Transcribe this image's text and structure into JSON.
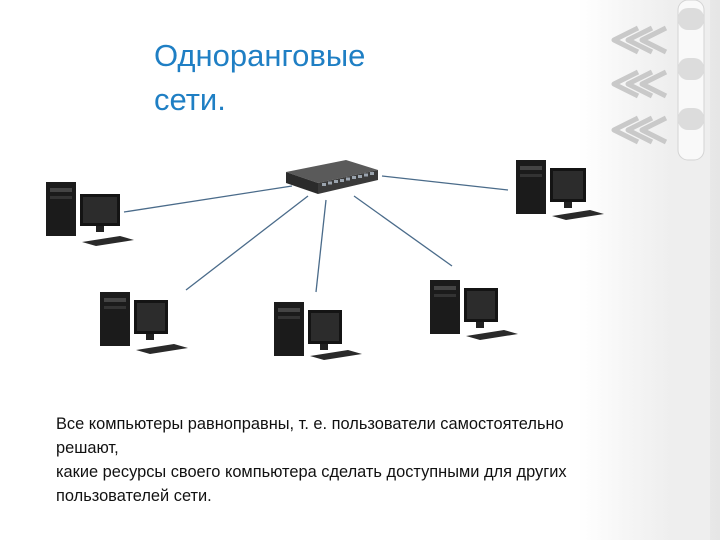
{
  "slide": {
    "title_lines": [
      "Одноранговые",
      "сети."
    ],
    "caption_lines": [
      "Все компьютеры равноправны, т. е. пользователи самостоятельно",
      "решают,",
      "какие ресурсы своего компьютера сделать доступными для других",
      "пользователей сети."
    ]
  },
  "colors": {
    "title": "#1f7fc4",
    "link_line": "#4a6b8a",
    "device_body": "#1b1b1b",
    "side_panel": "#e6e6e6",
    "chevron": "#c9c9c9"
  },
  "diagram": {
    "hub": {
      "icon": "network-switch-icon"
    },
    "computers": [
      {
        "icon": "desktop-computer-icon"
      },
      {
        "icon": "desktop-computer-icon"
      },
      {
        "icon": "desktop-computer-icon"
      },
      {
        "icon": "desktop-computer-icon"
      },
      {
        "icon": "desktop-computer-icon"
      }
    ]
  }
}
